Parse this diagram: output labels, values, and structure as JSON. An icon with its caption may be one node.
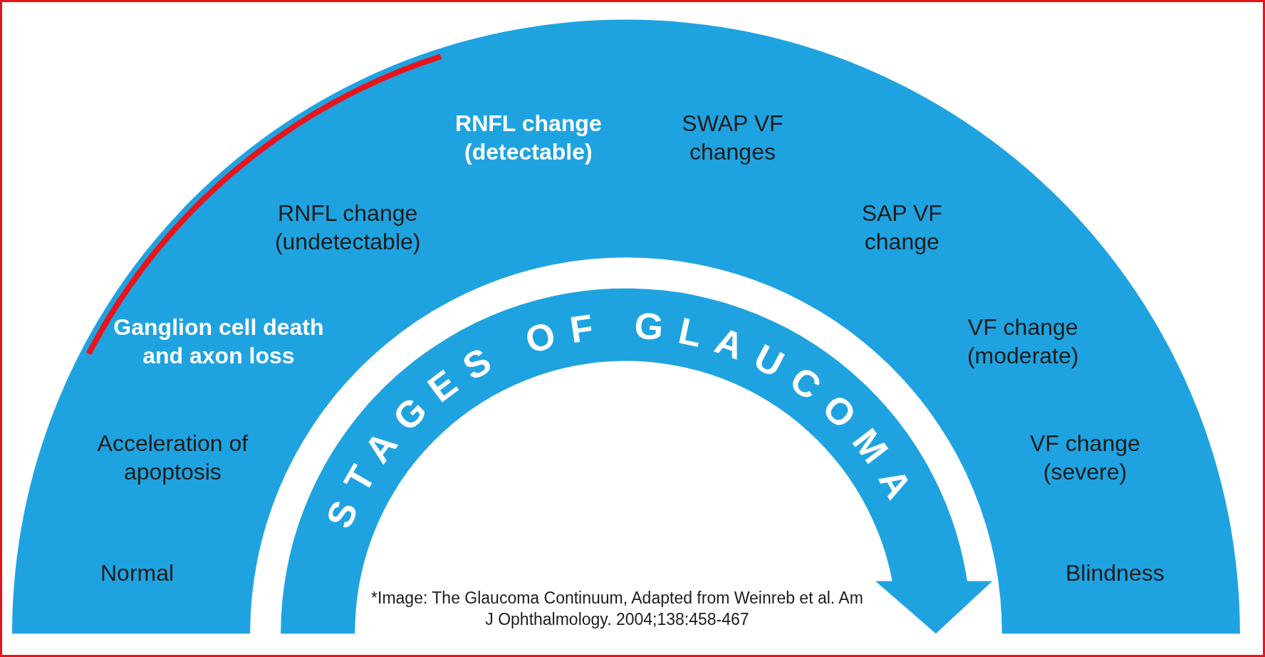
{
  "diagram": {
    "caption": "*Image: The Glaucoma Continuum, Adapted from Weinreb et al. Am J Ophthalmology. 2004;138:458-467",
    "labels": [
      "Normal",
      "Acceleration of apoptosis",
      "Ganglion cell death and axon loss",
      "RNFL change (undetectable)",
      "RNFL change (detectable)",
      "SWAP VF changes",
      "SAP VF change",
      "VF change (moderate)",
      "VF change (severe)",
      "Blindness",
      "STAGES OF GLAUCOMA"
    ]
  }
}
